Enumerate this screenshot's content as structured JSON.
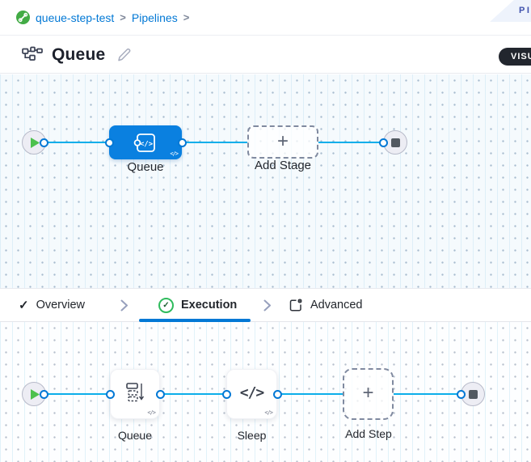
{
  "breadcrumb": {
    "project_label": "queue-step-test",
    "separator": ">",
    "pipelines_label": "Pipelines"
  },
  "ribbon": {
    "label": "PIPELINE STUDIO"
  },
  "titlebar": {
    "title": "Queue",
    "view_toggle_label": "VISUAL"
  },
  "stage_canvas": {
    "stage_label": "Queue",
    "add_stage_label": "Add Stage",
    "plus": "+",
    "code_badge": "</>"
  },
  "tabs": {
    "check": "✓",
    "overview_label": "Overview",
    "execution_label": "Execution",
    "advanced_label": "Advanced"
  },
  "step_canvas": {
    "queue_label": "Queue",
    "sleep_label": "Sleep",
    "sleep_icon": "</>",
    "add_step_label": "Add Step",
    "plus": "+",
    "code_badge": "</>"
  },
  "colors": {
    "accent_blue": "#0278d5",
    "stage_node_blue": "#0a80e0",
    "connector_blue": "#0caeea",
    "play_green": "#4dc14d",
    "success_green": "#2fbb5d",
    "logo_green": "#42ab45",
    "ribbon_text": "#3f51ad"
  }
}
